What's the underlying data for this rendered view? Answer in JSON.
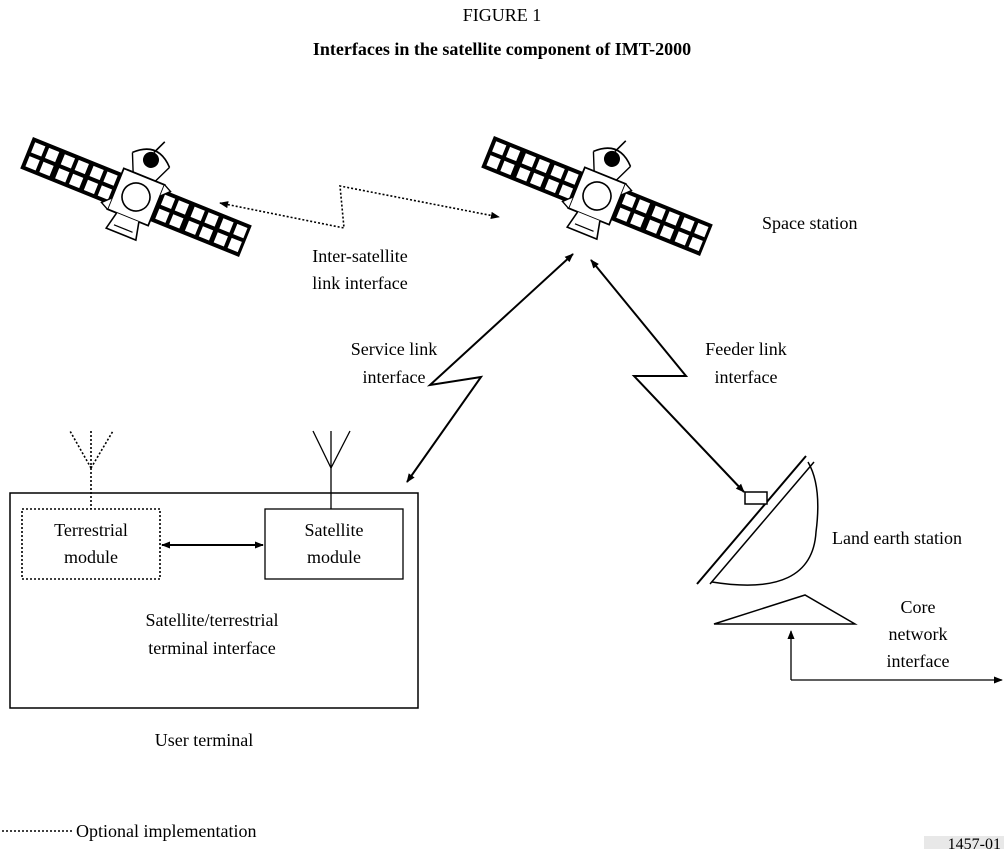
{
  "figure": {
    "number": "FIGURE 1",
    "title": "Interfaces in the satellite component of IMT-2000"
  },
  "labels": {
    "space_station": "Space station",
    "inter_satellite_1": "Inter-satellite",
    "inter_satellite_2": "link interface",
    "service_link_1": "Service link",
    "service_link_2": "interface",
    "feeder_link_1": "Feeder link",
    "feeder_link_2": "interface",
    "terrestrial_module_1": "Terrestrial",
    "terrestrial_module_2": "module",
    "satellite_module_1": "Satellite",
    "satellite_module_2": "module",
    "terminal_interface_1": "Satellite/terrestrial",
    "terminal_interface_2": "terminal interface",
    "user_terminal": "User terminal",
    "land_earth_station": "Land earth station",
    "core_network_1": "Core",
    "core_network_2": "network",
    "core_network_3": "interface"
  },
  "legend": {
    "optional": "Optional implementation"
  },
  "figure_id": "1457-01"
}
